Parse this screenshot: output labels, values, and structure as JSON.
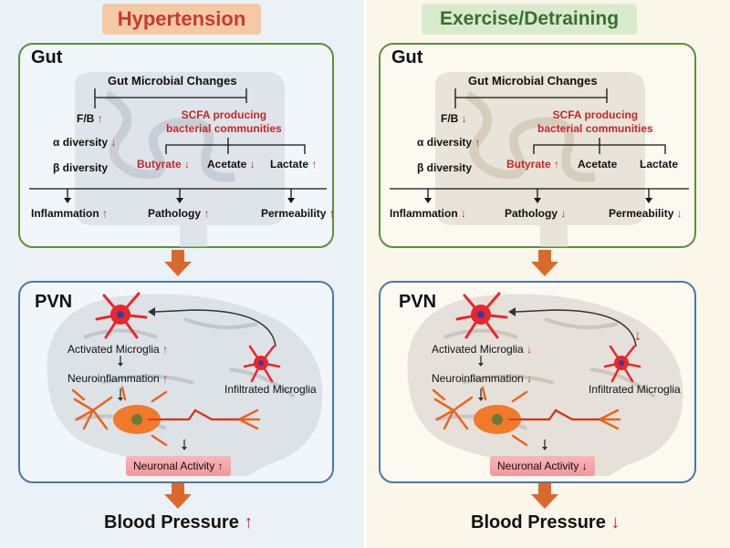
{
  "colors": {
    "up_red": "#c0282a",
    "down_red": "#c0282a",
    "flow_arrow": "#d96a2b"
  },
  "left": {
    "title": "Hypertension",
    "gut_title": "Gut",
    "gut_heading": "Gut Microbial Changes",
    "fb": "F/B",
    "fb_dir": "up",
    "alpha": "α diversity",
    "alpha_dir": "down",
    "beta": "β diversity",
    "scfa_line1": "SCFA producing",
    "scfa_line2": "bacterial communities",
    "butyrate": "Butyrate",
    "butyrate_dir": "down",
    "acetate": "Acetate",
    "acetate_dir": "down",
    "lactate": "Lactate",
    "lactate_dir": "up",
    "inflammation": "Inflammation",
    "inflammation_dir": "up",
    "pathology": "Pathology",
    "pathology_dir": "up",
    "permeability": "Permeability",
    "permeability_dir": "up",
    "pvn_title": "PVN",
    "activated": "Activated Microglia",
    "activated_dir": "up",
    "neuroinflammation": "Neuroinflammation",
    "neuroinflammation_dir": "up",
    "infiltrated": "Infiltrated Microglia",
    "neuronal": "Neuronal Activity",
    "neuronal_dir": "up",
    "bp": "Blood Pressure",
    "bp_dir": "up"
  },
  "right": {
    "title": "Exercise/Detraining",
    "gut_title": "Gut",
    "gut_heading": "Gut Microbial Changes",
    "fb": "F/B",
    "fb_dir": "down",
    "alpha": "α diversity",
    "alpha_dir": "up",
    "beta": "β diversity",
    "scfa_line1": "SCFA producing",
    "scfa_line2": "bacterial communities",
    "butyrate": "Butyrate",
    "butyrate_dir": "up",
    "acetate": "Acetate",
    "lactate": "Lactate",
    "inflammation": "Inflammation",
    "inflammation_dir": "down",
    "pathology": "Pathology",
    "pathology_dir": "down",
    "permeability": "Permeability",
    "permeability_dir": "down",
    "pvn_title": "PVN",
    "activated": "Activated Microglia",
    "activated_dir": "down",
    "neuroinflammation": "Neuroinflammation",
    "neuroinflammation_dir": "down",
    "infiltrated": "Infiltrated Microglia",
    "infiltrated_dir": "down",
    "neuronal": "Neuronal Activity",
    "neuronal_dir": "down",
    "bp": "Blood Pressure",
    "bp_dir": "down"
  }
}
